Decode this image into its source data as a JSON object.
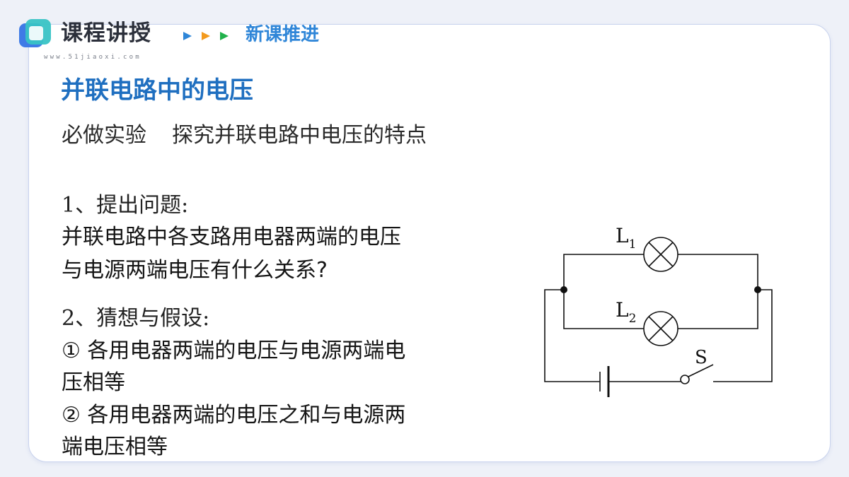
{
  "header": {
    "title": "课程讲授",
    "url": "www.51jiaoxi.com",
    "subtitle": "新课推进",
    "arrow_colors": [
      "#2f86d8",
      "#f39a1e",
      "#21b14b"
    ]
  },
  "section": {
    "title": "并联电路中的电压",
    "experiment_label": "必做实验",
    "experiment_topic": "探究并联电路中电压的特点"
  },
  "question": {
    "heading": "1、提出问题:",
    "line1": "并联电路中各支路用电器两端的电压",
    "line2": "与电源两端电压有什么关系?"
  },
  "hypothesis": {
    "heading": "2、猜想与假设:",
    "h1_line1": "① 各用电器两端的电压与电源两端电",
    "h1_line2": "压相等",
    "h2_line1": "② 各用电器两端的电压之和与电源两",
    "h2_line2": "端电压相等"
  },
  "circuit": {
    "lamp1_letter": "L",
    "lamp1_sub": "1",
    "lamp2_letter": "L",
    "lamp2_sub": "2",
    "switch_label": "S"
  },
  "colors": {
    "title_blue": "#1f6fc0",
    "subtitle_blue": "#2f86d8",
    "card_border": "#c9d3ee"
  }
}
